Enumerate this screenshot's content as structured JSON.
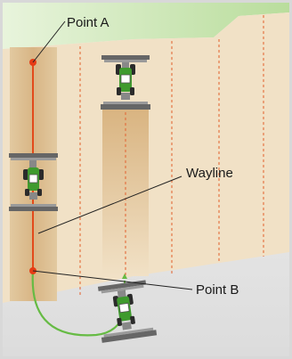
{
  "labels": {
    "point_a": "Point A",
    "wayline": "Wayline",
    "point_b": "Point B"
  },
  "colors": {
    "sky_green": "#c6e6ae",
    "field": "#f1e1c6",
    "worked_strip": "#ddbe8e",
    "wayline": "#e34a1a",
    "point": "#e63b15",
    "turn_path": "#66bb44",
    "frame": "#c9c9c9"
  },
  "icons": [
    "tractor-icon",
    "implement-icon"
  ]
}
